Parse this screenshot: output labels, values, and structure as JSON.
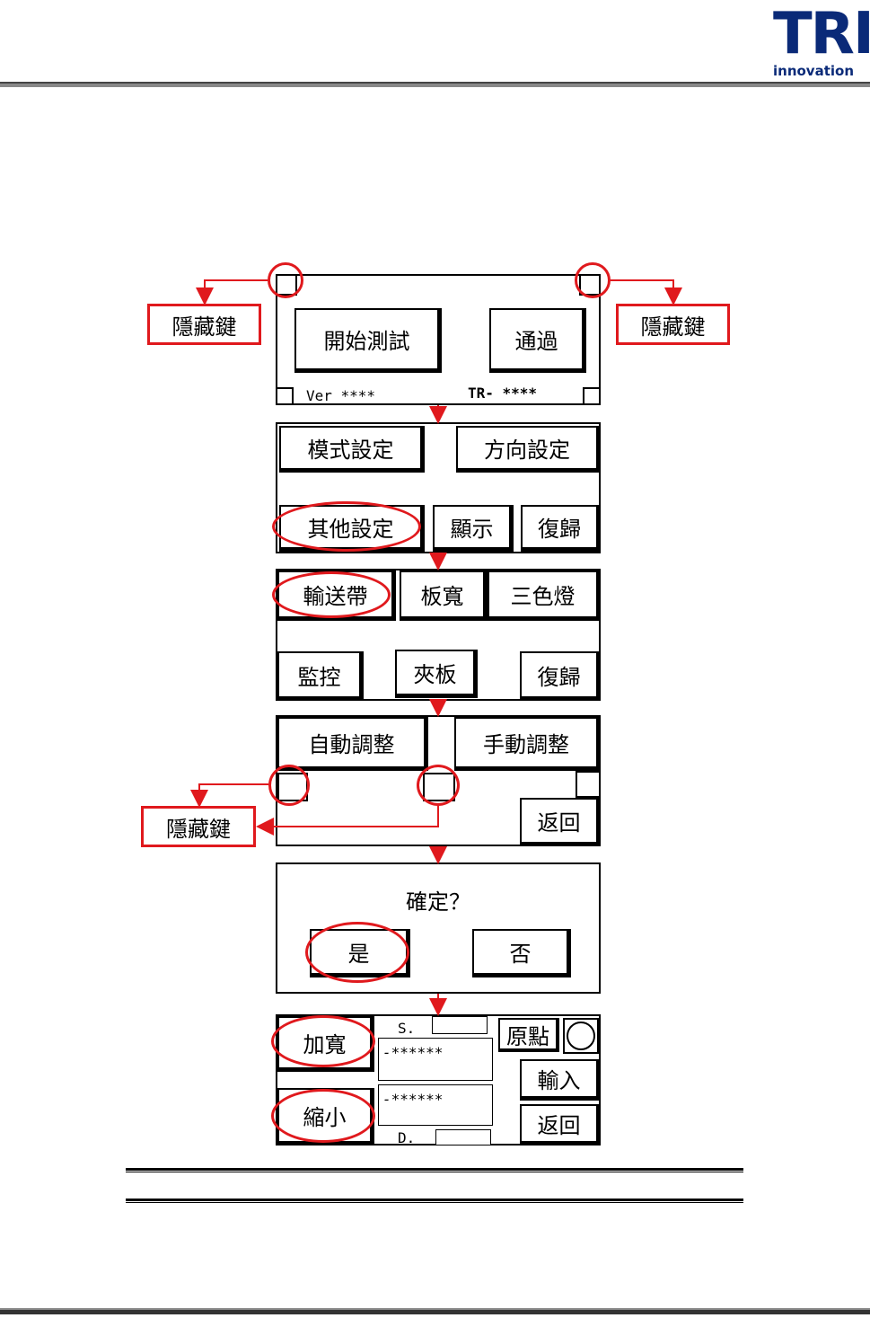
{
  "logo": {
    "mark": "TRI",
    "sub": "innovation"
  },
  "hidden_key_label": "隱藏鍵",
  "screen1": {
    "start_test": "開始測試",
    "pass": "通過",
    "ver": "Ver ****",
    "model": "TR-  ****"
  },
  "screen2": {
    "mode_setting": "模式設定",
    "direction_setting": "方向設定",
    "other_setting": "其他設定",
    "display": "顯示",
    "reset": "復歸"
  },
  "screen3": {
    "conveyor": "輸送帶",
    "board_width": "板寬",
    "tri_light": "三色燈",
    "monitor": "監控",
    "clamp": "夾板",
    "reset": "復歸"
  },
  "screen4": {
    "auto_adjust": "自動調整",
    "manual_adjust": "手動調整",
    "back": "返回"
  },
  "screen5": {
    "question": "確定？",
    "yes": "是",
    "no": "否"
  },
  "screen6": {
    "widen": "加寬",
    "narrow": "縮小",
    "s_label": "S.",
    "d_label": "D.",
    "value1": "-******",
    "value2": "-******",
    "origin": "原點",
    "input": "輸入",
    "back": "返回"
  },
  "colors": {
    "annotation": "#e0191d",
    "logo": "#0a2a78"
  }
}
